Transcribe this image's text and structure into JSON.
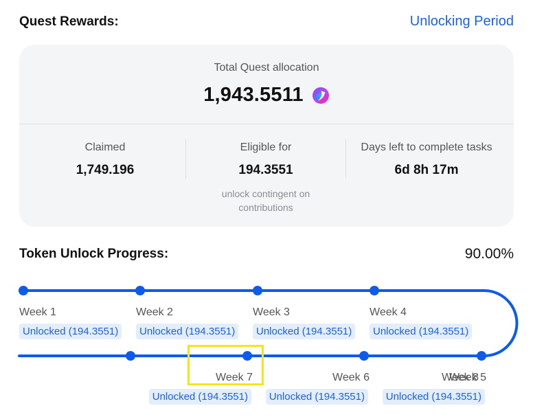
{
  "header": {
    "title": "Quest Rewards:",
    "link_label": "Unlocking Period"
  },
  "allocation": {
    "label": "Total Quest allocation",
    "value": "1,943.5511",
    "token_icon": "swirl-token-icon"
  },
  "stats": {
    "claimed": {
      "label": "Claimed",
      "value": "1,749.196"
    },
    "eligible": {
      "label": "Eligible for",
      "value": "194.3551",
      "note": "unlock contingent on contributions"
    },
    "days_left": {
      "label": "Days left to complete tasks",
      "value": "6d 8h 17m"
    }
  },
  "progress": {
    "title": "Token Unlock Progress:",
    "percent": "90.00%",
    "weeks": [
      {
        "label": "Week 1",
        "status": "Unlocked (194.3551)"
      },
      {
        "label": "Week 2",
        "status": "Unlocked (194.3551)"
      },
      {
        "label": "Week 3",
        "status": "Unlocked (194.3551)"
      },
      {
        "label": "Week 4",
        "status": "Unlocked (194.3551)"
      },
      {
        "label": "Week 5",
        "status": "Unlocked (194.3551)"
      },
      {
        "label": "Week 6",
        "status": "Unlocked (194.3551)"
      },
      {
        "label": "Week 7",
        "status": "Unlocked (194.3551)"
      },
      {
        "label": "Week 8",
        "status": ""
      }
    ]
  },
  "colors": {
    "accent": "#1a63e0",
    "track": "#0d5bec",
    "badge_bg": "#e4edfb",
    "card_bg": "#f4f5f7",
    "highlight": "#f5e51b"
  }
}
